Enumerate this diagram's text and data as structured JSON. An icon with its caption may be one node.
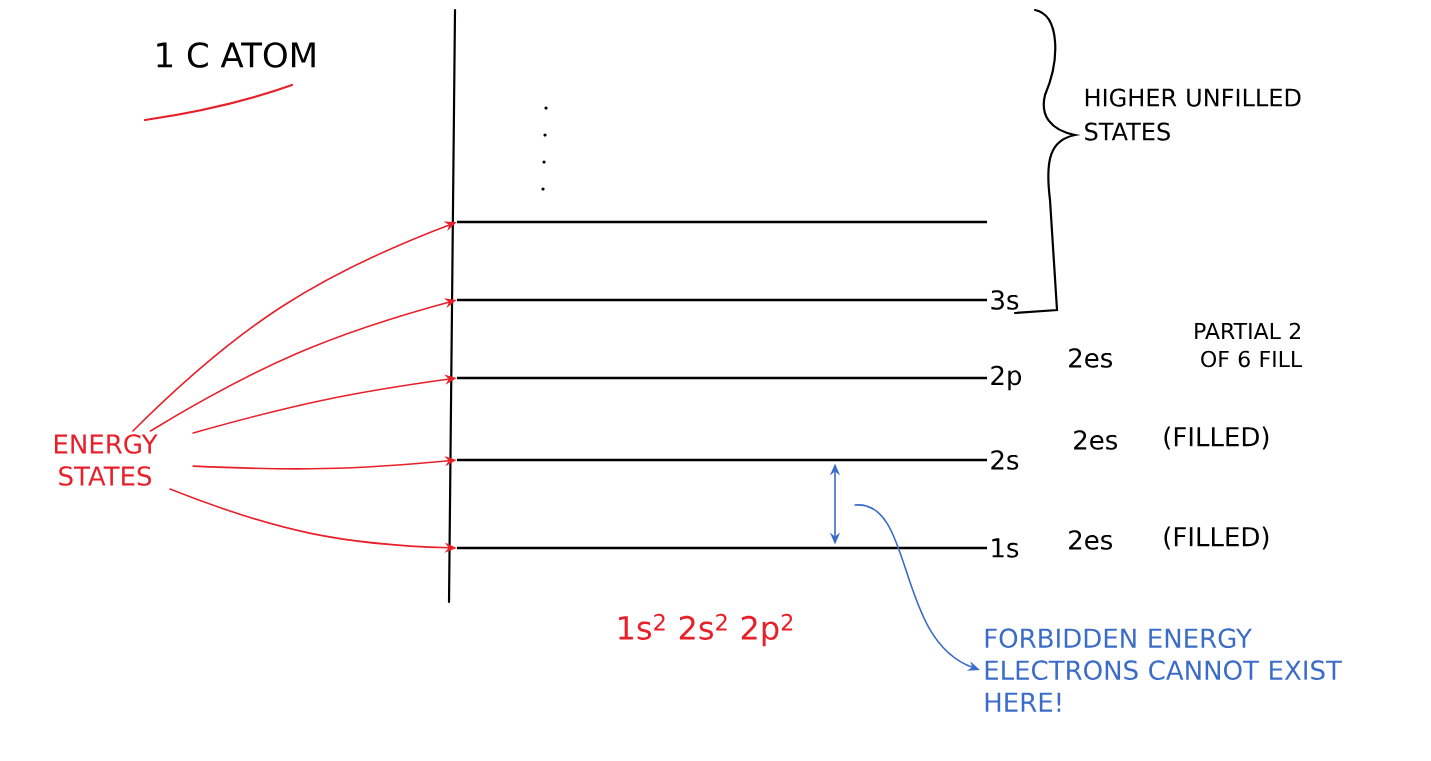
{
  "diagram": {
    "title": "1 C ATOM",
    "nodes": [
      {
        "text": [
          "ENERGY STATES"
        ]
      },
      {
        "text": [],
        "shape": "bar"
      },
      {
        "text": [
          "3s"
        ]
      },
      {
        "text": [
          "2p"
        ],
        "beside": [
          "2es",
          "PARTIAL 2 OF 6 FILL"
        ]
      },
      {
        "text": [
          "2s"
        ],
        "beside": [
          "2es",
          "(FILLED)"
        ]
      },
      {
        "text": [
          "1s"
        ],
        "beside": [
          "2es",
          "(FILLED)"
        ]
      },
      {
        "text": [
          "FORBIDDEN ENERGY ELECTRONS CANNOT EXIST HERE!"
        ]
      }
    ],
    "edges": [
      {
        "from": 0,
        "to": 1,
        "arrow": "to",
        "color": "#e8202a"
      },
      {
        "from": 0,
        "to": 2,
        "arrow": "to",
        "color": "#e8202a"
      },
      {
        "from": 0,
        "to": 3,
        "arrow": "to",
        "color": "#e8202a"
      },
      {
        "from": 0,
        "to": 4,
        "arrow": "to",
        "color": "#e8202a"
      },
      {
        "from": 0,
        "to": 5,
        "arrow": "to",
        "color": "#e8202a"
      },
      {
        "from": 4,
        "to": 5,
        "arrow": "both",
        "color": "#3a6cc8"
      },
      {
        "from": null,
        "to": 6,
        "arrow": "to",
        "color": "#3a6cc8"
      }
    ],
    "labels": [
      "HIGHER UNFILLED STATES",
      "1s$^{2}$ 2s$^{2}$ 2p$^{2}$"
    ]
  }
}
